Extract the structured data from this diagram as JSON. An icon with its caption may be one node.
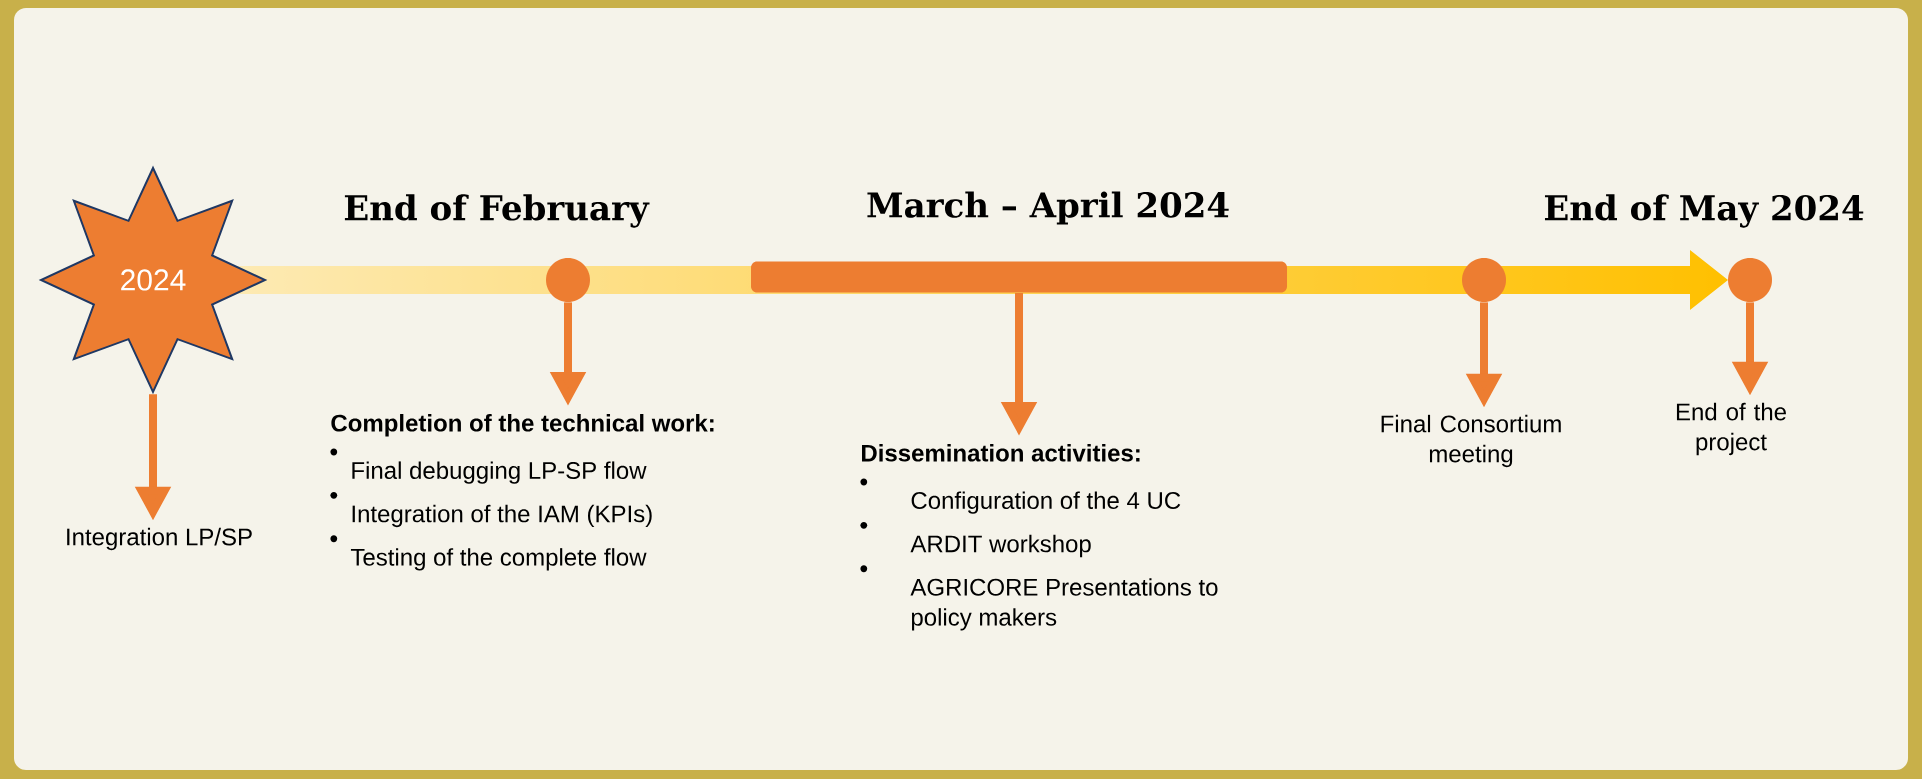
{
  "diagram": {
    "nodes": [
      {
        "text": [
          "2024"
        ]
      },
      {
        "text": [],
        "shape": "circle",
        "beside": [
          "End of February"
        ]
      },
      {
        "text": [],
        "shape": "bar",
        "beside": [
          "March – April 2024"
        ]
      },
      {
        "text": [],
        "shape": "circle"
      },
      {
        "text": [],
        "shape": "circle",
        "beside": [
          "End of May 2024"
        ]
      },
      {
        "text": [
          "Integration LP/SP"
        ]
      },
      {
        "text": [
          "Completion of the technical work:",
          "Final debugging LP-SP flow",
          "Integration of the IAM (KPIs)",
          "Testing of the complete flow"
        ]
      },
      {
        "text": [
          "Dissemination activities:",
          "Configuration of the 4 UC",
          "ARDIT workshop",
          "AGRICORE Presentations to policy makers"
        ]
      },
      {
        "text": [
          "Final Consortium meeting"
        ]
      },
      {
        "text": [
          "End of the project"
        ]
      }
    ],
    "edges": [
      {
        "from": 0,
        "to": 5,
        "arrow": "to"
      },
      {
        "from": 1,
        "to": 6,
        "arrow": "to"
      },
      {
        "from": 2,
        "to": 7,
        "arrow": "to"
      },
      {
        "from": 3,
        "to": 8,
        "arrow": "to"
      },
      {
        "from": 4,
        "to": 9,
        "arrow": "to"
      }
    ]
  }
}
